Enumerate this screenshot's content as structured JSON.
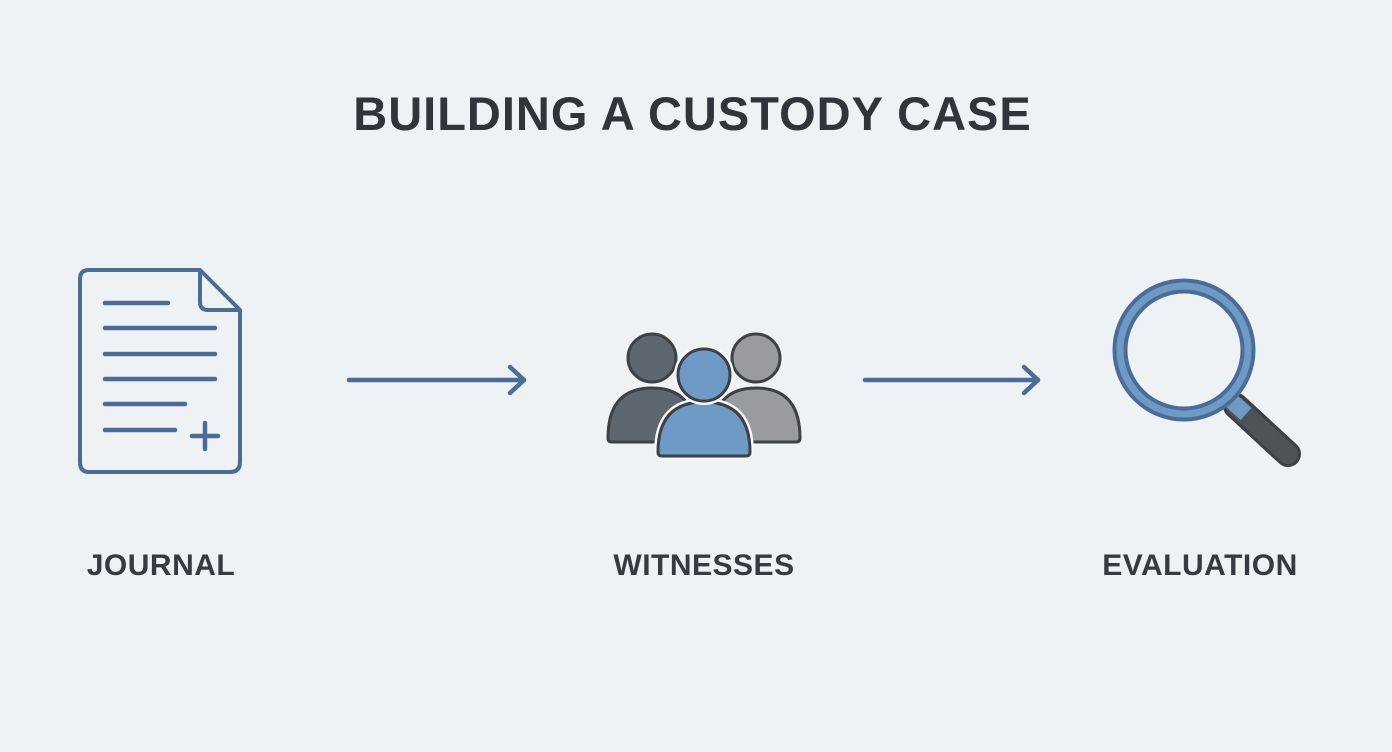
{
  "title": "BUILDING A CUSTODY CASE",
  "colors": {
    "background": "#eff2f5",
    "accent_blue": "#4a6d98",
    "person_blue": "#6f9ac6",
    "person_dark": "#5e6670",
    "person_gray": "#999b9e",
    "outline": "#3d4045"
  },
  "steps": [
    {
      "label": "JOURNAL",
      "icon": "document-plus-icon"
    },
    {
      "label": "WITNESSES",
      "icon": "people-group-icon"
    },
    {
      "label": "EVALUATION",
      "icon": "magnifying-glass-icon"
    }
  ],
  "connectors": [
    {
      "from": "JOURNAL",
      "to": "WITNESSES",
      "icon": "arrow-right-icon"
    },
    {
      "from": "WITNESSES",
      "to": "EVALUATION",
      "icon": "arrow-right-icon"
    }
  ]
}
